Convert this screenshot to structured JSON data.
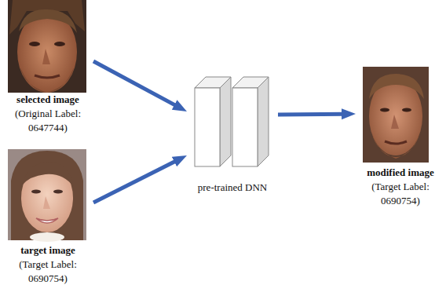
{
  "diagram": {
    "nodes": [
      {
        "text": [
          "selected image",
          "(Original Label: 0647744)"
        ]
      },
      {
        "text": [
          "target image",
          "(Target Label: 0690754)"
        ]
      },
      {
        "text": [
          "pre-trained DNN"
        ]
      },
      {
        "text": [
          "modified image",
          "(Target Label: 0690754)"
        ]
      }
    ],
    "edges": [
      {
        "from": 0,
        "to": 2,
        "arrow": "to"
      },
      {
        "from": 1,
        "to": 2,
        "arrow": "to"
      },
      {
        "from": 2,
        "to": 3,
        "arrow": "to"
      }
    ]
  }
}
